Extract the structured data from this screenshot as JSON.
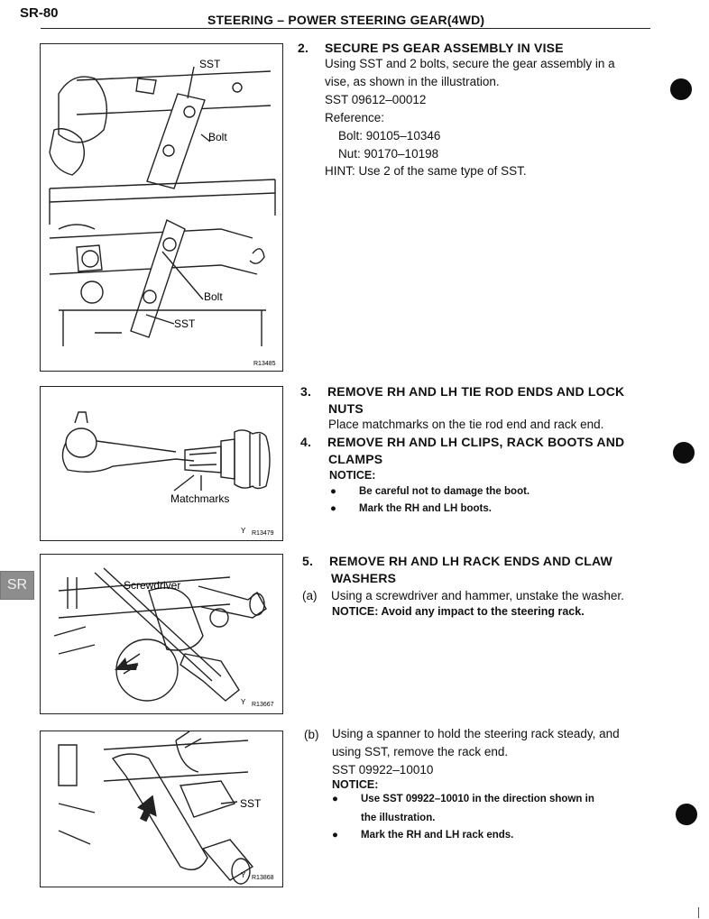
{
  "header": {
    "page_id": "SR-80",
    "title": "STEERING – POWER STEERING GEAR(4WD)"
  },
  "side_tab": "SR",
  "figures": [
    {
      "labels": [
        "SST",
        "Bolt",
        "Bolt",
        "SST"
      ],
      "id": "R13485"
    },
    {
      "labels": [
        "Matchmarks"
      ],
      "mark": "Y",
      "id": "R13479"
    },
    {
      "labels": [
        "Screwdriver"
      ],
      "mark": "Y",
      "id": "R13667"
    },
    {
      "labels": [
        "SST"
      ],
      "mark": "Y",
      "id": "R13868"
    }
  ],
  "sections": {
    "s2": {
      "num": "2.",
      "title": "SECURE PS GEAR ASSEMBLY IN VISE",
      "lines": [
        "Using SST and 2 bolts, secure the gear assembly in a",
        "vise, as shown in the illustration.",
        "SST 09612–00012",
        "Reference:",
        "Bolt: 90105–10346",
        "Nut: 90170–10198",
        "HINT: Use 2 of the same type of SST."
      ]
    },
    "s3": {
      "num": "3.",
      "title_line1": "REMOVE RH AND LH TIE ROD ENDS AND LOCK",
      "title_line2": "NUTS",
      "body": "Place matchmarks on the tie rod end and rack end."
    },
    "s4": {
      "num": "4.",
      "title_line1": "REMOVE RH AND LH CLIPS, RACK BOOTS AND",
      "title_line2": "CLAMPS",
      "notice_title": "NOTICE:",
      "bullets": [
        "Be careful not to damage the boot.",
        "Mark the RH and LH boots."
      ]
    },
    "s5": {
      "num": "5.",
      "title_line1": "REMOVE RH AND LH RACK ENDS AND CLAW",
      "title_line2": "WASHERS",
      "a_label": "(a)",
      "a_text": "Using a screwdriver and hammer, unstake the washer.",
      "a_notice": "NOTICE: Avoid any impact to the steering rack.",
      "b_label": "(b)",
      "b_lines": [
        "Using a spanner to hold the steering rack steady, and",
        "using SST, remove the rack end.",
        "SST 09922–10010"
      ],
      "b_notice_title": "NOTICE:",
      "b_bullets": [
        "Use SST 09922–10010 in the direction shown in",
        "the illustration.",
        "Mark the RH and LH rack ends."
      ],
      "bullet_glyph": "●"
    }
  }
}
